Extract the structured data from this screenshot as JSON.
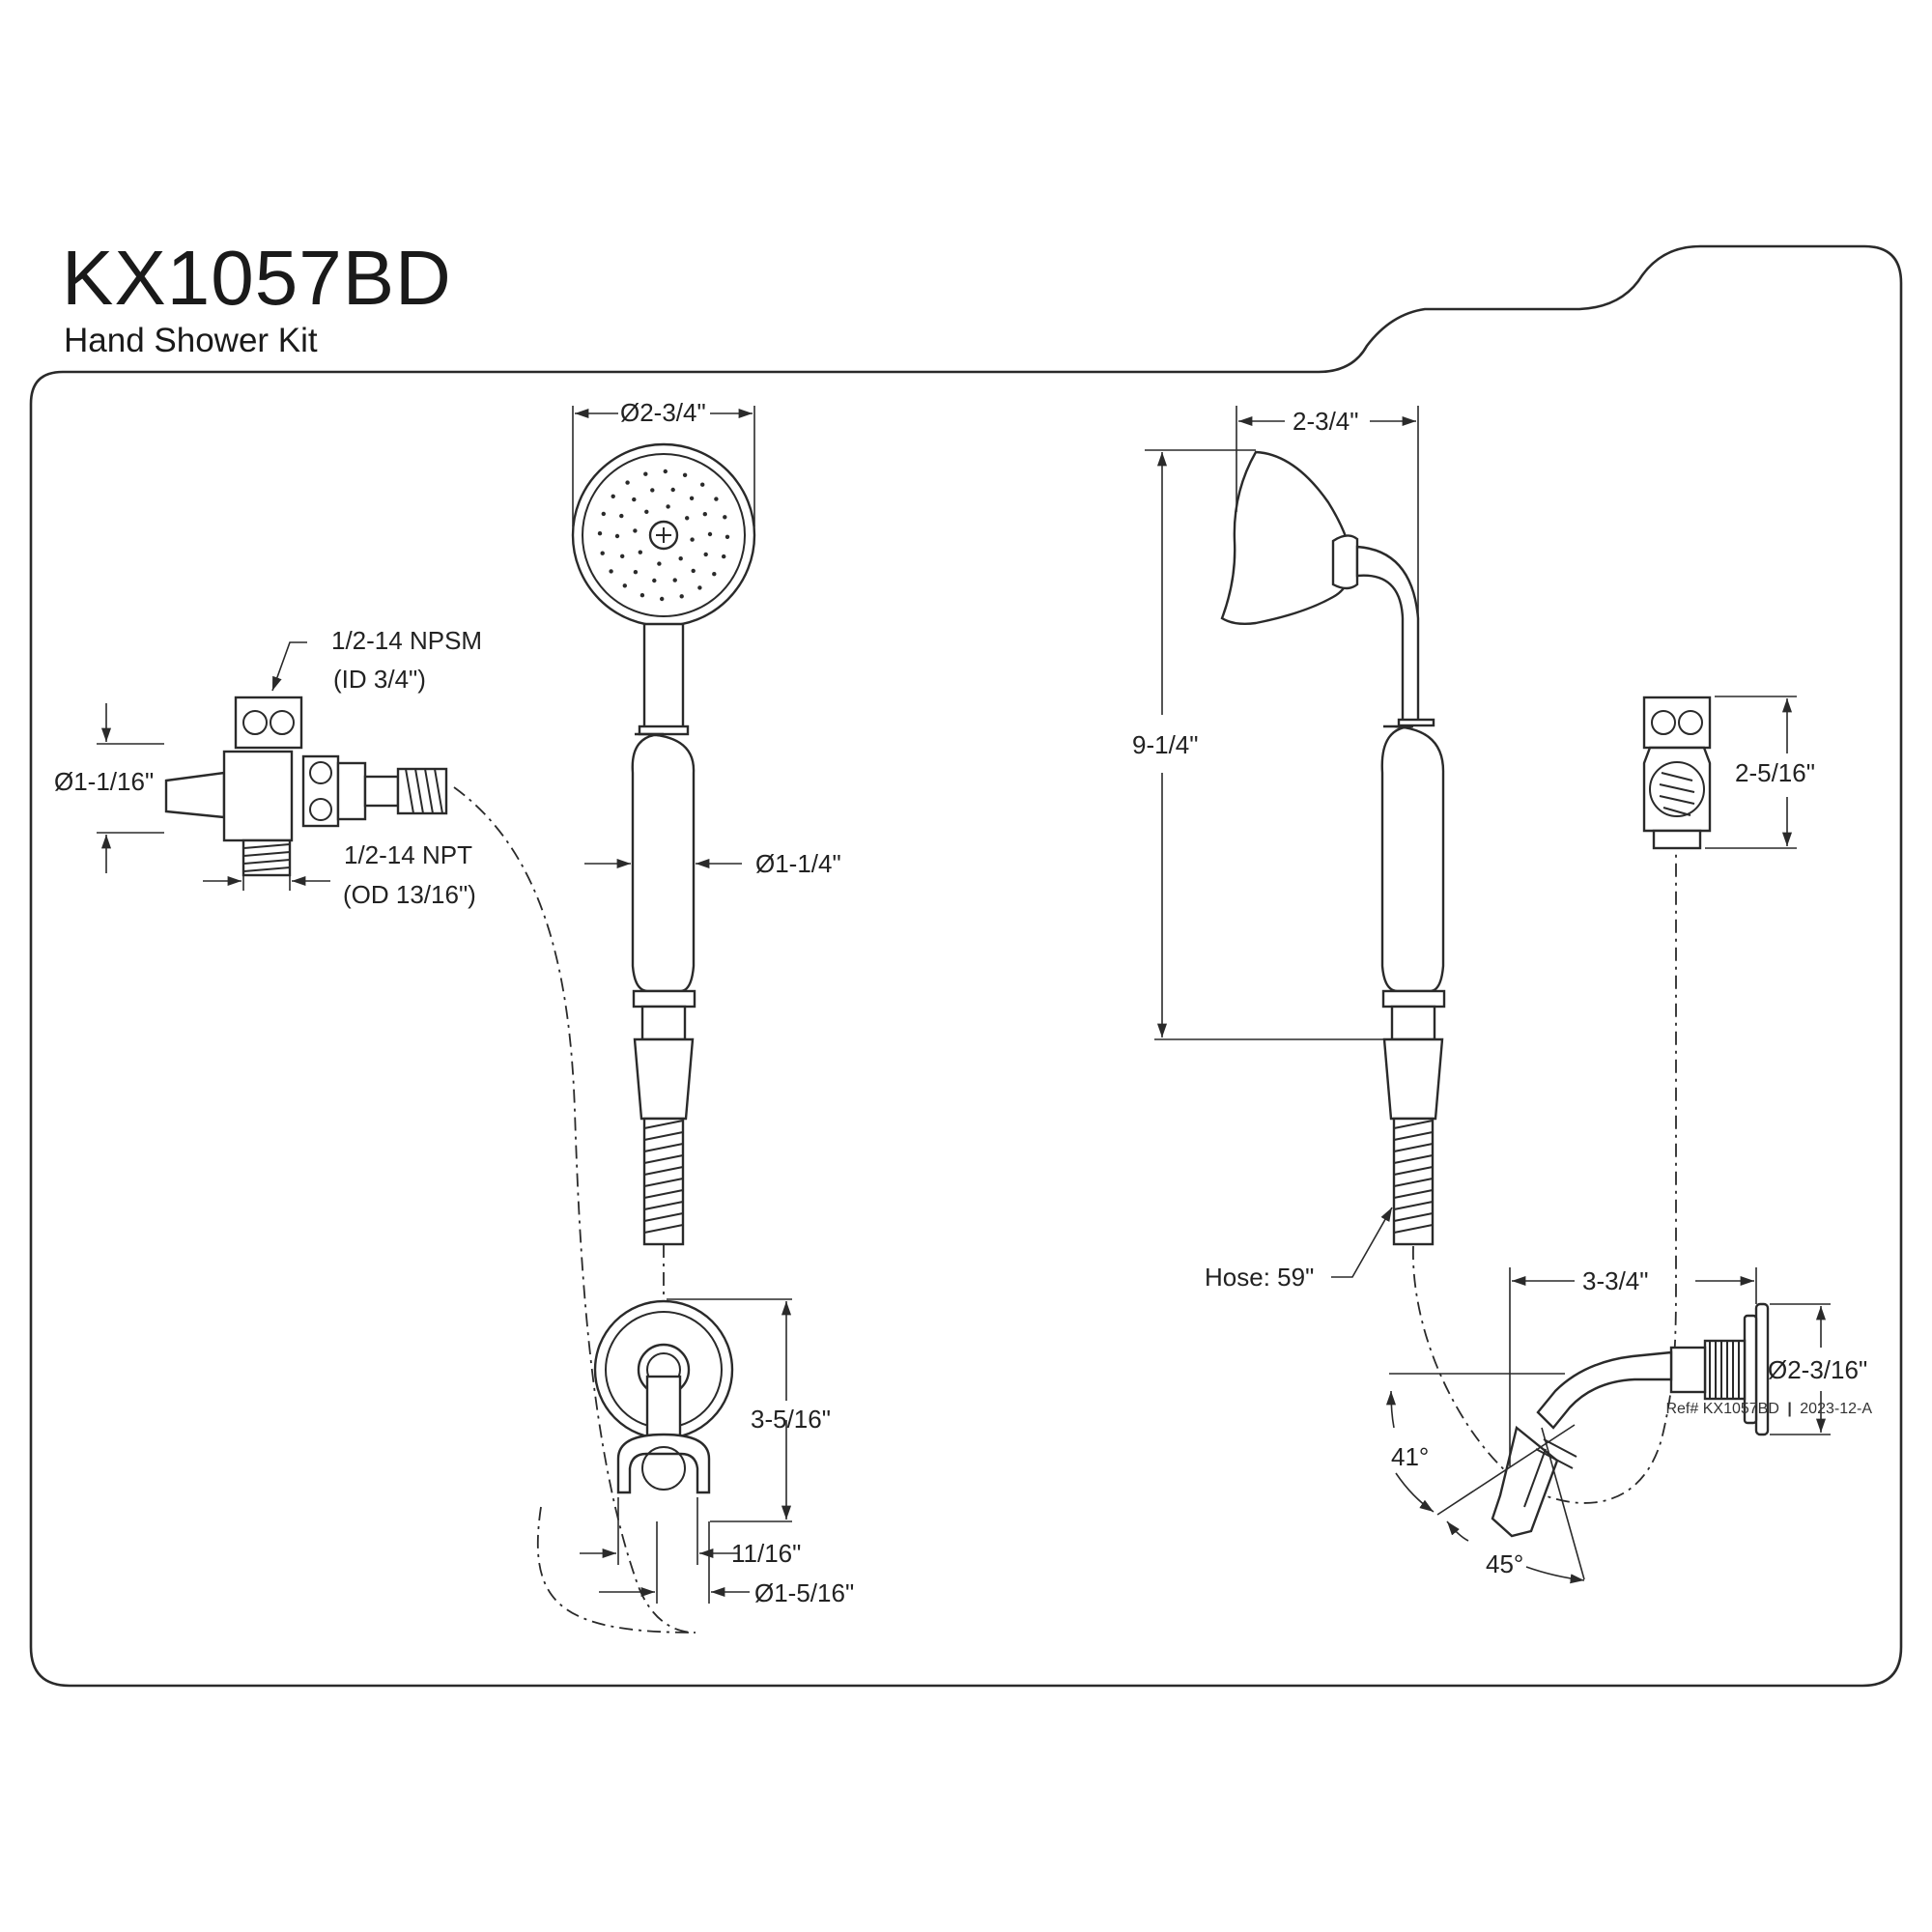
{
  "header": {
    "model": "KX1057BD",
    "product_name": "Hand Shower Kit"
  },
  "dimensions": {
    "diverter_thread_top": "1/2-14 NPSM",
    "diverter_thread_top_id": "(ID 3/4\")",
    "diverter_diameter": "Ø1-1/16\"",
    "diverter_thread_bottom": "1/2-14 NPT",
    "diverter_thread_bottom_od": "(OD 13/16\")",
    "head_diameter": "Ø2-3/4\"",
    "handle_diameter": "Ø1-1/4\"",
    "holder_height": "3-5/16\"",
    "holder_width": "11/16\"",
    "holder_diameter": "Ø1-5/16\"",
    "side_head_depth": "2-3/4\"",
    "shower_length": "9-1/4\"",
    "hose_length": "Hose: 59\"",
    "connector_height": "2-5/16\"",
    "arm_projection": "3-3/4\"",
    "flange_diameter": "Ø2-3/16\"",
    "angle_upper": "41°",
    "angle_lower": "45°"
  },
  "footer": {
    "ref_prefix": "Ref#",
    "ref_model": "KX1057BD",
    "separator": "|",
    "revision": "2023-12-A"
  }
}
